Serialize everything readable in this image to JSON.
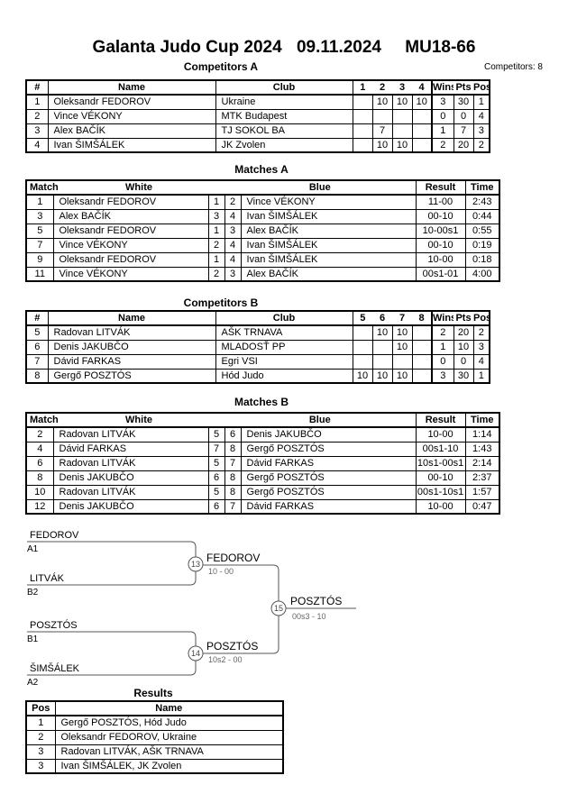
{
  "header": {
    "event": "Galanta Judo Cup 2024",
    "date": "09.11.2024",
    "category": "MU18-66",
    "competitors_count_label": "Competitors: 8"
  },
  "sections": {
    "competitors_a": "Competitors A",
    "matches_a": "Matches A",
    "competitors_b": "Competitors B",
    "matches_b": "Matches B",
    "results": "Results"
  },
  "competitors_a": {
    "headers": [
      "#",
      "Name",
      "Club",
      "1",
      "2",
      "3",
      "4",
      "Wins",
      "Pts",
      "Pos"
    ],
    "rows": [
      [
        "1",
        "Oleksandr FEDOROV",
        "Ukraine",
        "",
        "10",
        "10",
        "10",
        "3",
        "30",
        "1"
      ],
      [
        "2",
        "Vince VÉKONY",
        "MTK Budapest",
        "",
        "",
        "",
        "",
        "0",
        "0",
        "4"
      ],
      [
        "3",
        "Alex BAČÍK",
        "TJ SOKOL BA",
        "",
        "7",
        "",
        "",
        "1",
        "7",
        "3"
      ],
      [
        "4",
        "Ivan ŠIMŠÁLEK",
        "JK Zvolen",
        "",
        "10",
        "10",
        "",
        "2",
        "20",
        "2"
      ]
    ]
  },
  "matches_a": {
    "headers": [
      "Match",
      "White",
      "Blue",
      "Result",
      "Time"
    ],
    "rows": [
      [
        "1",
        "Oleksandr FEDOROV",
        "1",
        "2",
        "Vince VÉKONY",
        "11-00",
        "2:43"
      ],
      [
        "3",
        "Alex BAČÍK",
        "3",
        "4",
        "Ivan ŠIMŠÁLEK",
        "00-10",
        "0:44"
      ],
      [
        "5",
        "Oleksandr FEDOROV",
        "1",
        "3",
        "Alex BAČÍK",
        "10-00s1",
        "0:55"
      ],
      [
        "7",
        "Vince VÉKONY",
        "2",
        "4",
        "Ivan ŠIMŠÁLEK",
        "00-10",
        "0:19"
      ],
      [
        "9",
        "Oleksandr FEDOROV",
        "1",
        "4",
        "Ivan ŠIMŠÁLEK",
        "10-00",
        "0:18"
      ],
      [
        "11",
        "Vince VÉKONY",
        "2",
        "3",
        "Alex BAČÍK",
        "00s1-01",
        "4:00"
      ]
    ]
  },
  "competitors_b": {
    "headers": [
      "#",
      "Name",
      "Club",
      "5",
      "6",
      "7",
      "8",
      "Wins",
      "Pts",
      "Pos"
    ],
    "rows": [
      [
        "5",
        "Radovan LITVÁK",
        "AŠK TRNAVA",
        "",
        "10",
        "10",
        "",
        "2",
        "20",
        "2"
      ],
      [
        "6",
        "Denis JAKUBČO",
        "MLADOSŤ PP",
        "",
        "",
        "10",
        "",
        "1",
        "10",
        "3"
      ],
      [
        "7",
        "Dávid FARKAS",
        "Egri VSI",
        "",
        "",
        "",
        "",
        "0",
        "0",
        "4"
      ],
      [
        "8",
        "Gergő POSZTÓS",
        "Hód Judo",
        "10",
        "10",
        "10",
        "",
        "3",
        "30",
        "1"
      ]
    ]
  },
  "matches_b": {
    "headers": [
      "Match",
      "White",
      "Blue",
      "Result",
      "Time"
    ],
    "rows": [
      [
        "2",
        "Radovan LITVÁK",
        "5",
        "6",
        "Denis JAKUBČO",
        "10-00",
        "1:14"
      ],
      [
        "4",
        "Dávid FARKAS",
        "7",
        "8",
        "Gergő POSZTÓS",
        "00s1-10",
        "1:43"
      ],
      [
        "6",
        "Radovan LITVÁK",
        "5",
        "7",
        "Dávid FARKAS",
        "10s1-00s1",
        "2:14"
      ],
      [
        "8",
        "Denis JAKUBČO",
        "6",
        "8",
        "Gergő POSZTÓS",
        "00-10",
        "2:37"
      ],
      [
        "10",
        "Radovan LITVÁK",
        "5",
        "8",
        "Gergő POSZTÓS",
        "00s1-10s1",
        "1:57"
      ],
      [
        "12",
        "Denis JAKUBČO",
        "6",
        "7",
        "Dávid FARKAS",
        "10-00",
        "0:47"
      ]
    ]
  },
  "bracket": {
    "semifinal_1": {
      "match_no": "13",
      "top_name": "FEDOROV",
      "top_seed": "A1",
      "bottom_name": "LITVÁK",
      "bottom_seed": "B2",
      "winner": "FEDOROV",
      "result": "10 - 00"
    },
    "semifinal_2": {
      "match_no": "14",
      "top_name": "POSZTÓS",
      "top_seed": "B1",
      "bottom_name": "ŠIMŠÁLEK",
      "bottom_seed": "A2",
      "winner": "POSZTÓS",
      "result": "10s2 - 00"
    },
    "final": {
      "match_no": "15",
      "winner": "POSZTÓS",
      "result": "00s3 - 10"
    }
  },
  "results": {
    "headers": [
      "Pos",
      "Name"
    ],
    "rows": [
      [
        "1",
        "Gergő POSZTÓS, Hód Judo"
      ],
      [
        "2",
        "Oleksandr FEDOROV, Ukraine"
      ],
      [
        "3",
        "Radovan LITVÁK, AŠK TRNAVA"
      ],
      [
        "3",
        "Ivan ŠIMŠÁLEK, JK Zvolen"
      ]
    ]
  }
}
